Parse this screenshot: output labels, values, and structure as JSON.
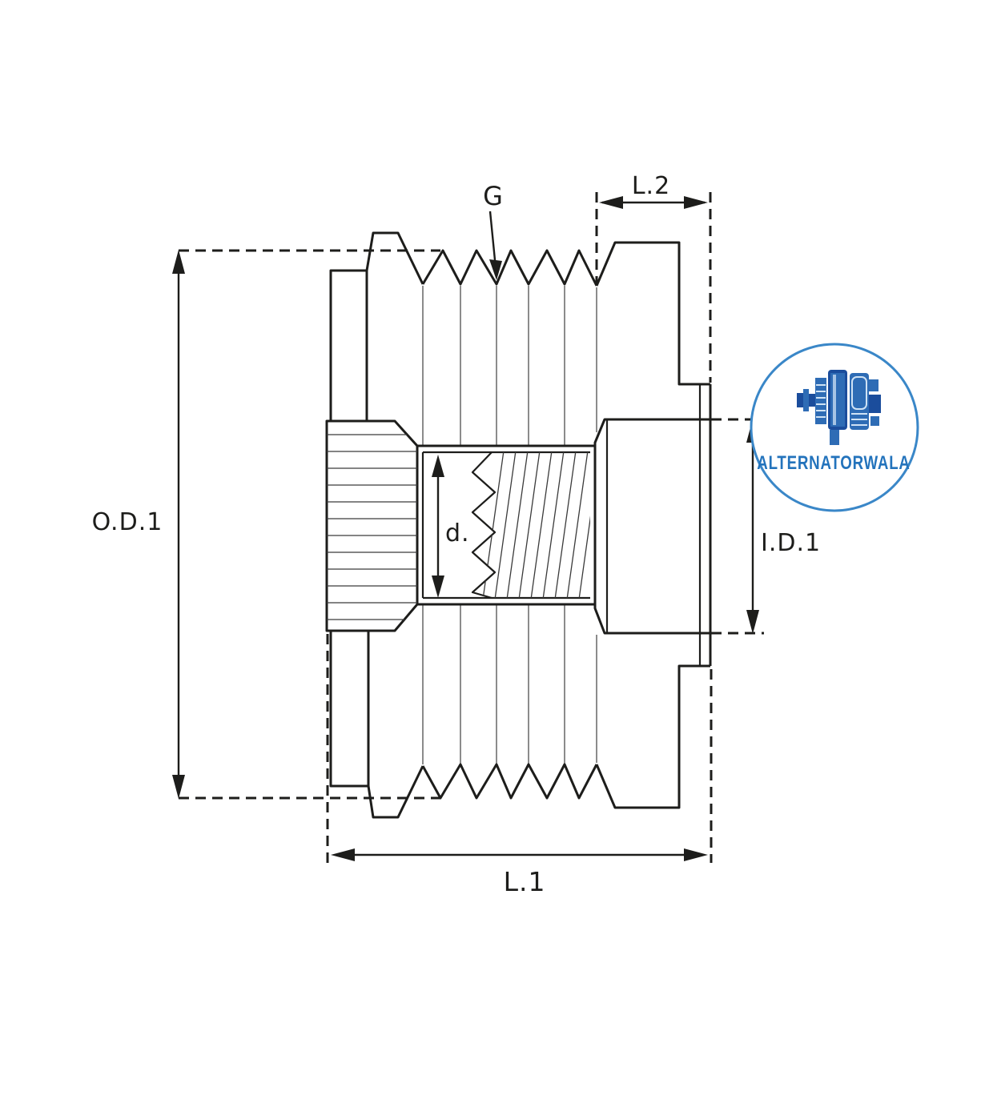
{
  "diagram": {
    "title": "alternator freewheel pulley cross-section drawing",
    "line_color": "#1d1d1b",
    "background_color": "#ffffff",
    "labels": {
      "od1": "O.D.1",
      "id1": "I.D.1",
      "l1": "L.1",
      "l2": "L.2",
      "g": "G",
      "d": "d."
    }
  },
  "logo": {
    "text": "ALTERNATORWALA",
    "circle_color": "#3a87c8",
    "text_color": "#2373bc",
    "icon": "alternator-icon",
    "icon_color_primary": "#2e6cb5",
    "icon_color_dark": "#1b4d9c",
    "icon_color_light": "#cfe2f5"
  }
}
